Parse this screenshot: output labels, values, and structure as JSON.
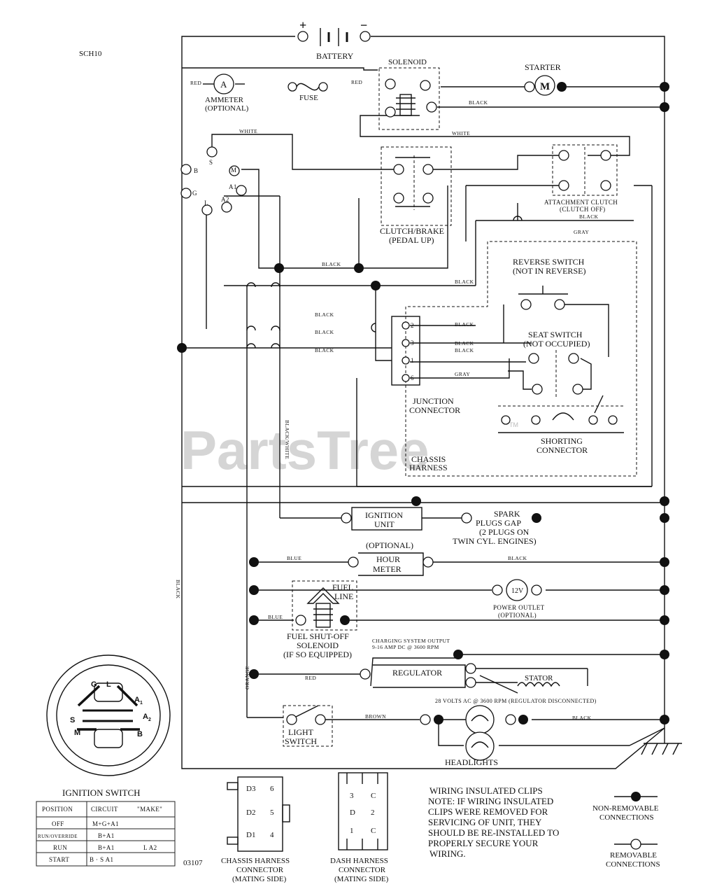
{
  "diagram": {
    "id": "SCH10",
    "figure_number": "03107",
    "watermark": "PartsTree",
    "watermark_tm": "TM",
    "battery": {
      "label": "BATTERY",
      "plus": "+",
      "minus": "−"
    },
    "solenoid": "SOLENOID",
    "starter": {
      "label": "STARTER",
      "symbol": "M"
    },
    "ammeter": {
      "symbol": "A",
      "line1": "AMMETER",
      "line2": "(OPTIONAL)"
    },
    "fuse": "FUSE",
    "clutch_brake": {
      "line1": "CLUTCH/BRAKE",
      "line2": "(PEDAL UP)"
    },
    "attachment_clutch": {
      "line1": "ATTACHMENT CLUTCH",
      "line2": "(CLUTCH OFF)"
    },
    "reverse_switch": {
      "line1": "REVERSE SWITCH",
      "line2": "(NOT IN REVERSE)"
    },
    "seat_switch": {
      "line1": "SEAT SWITCH",
      "line2": "(NOT OCCUPIED)"
    },
    "junction_connector": {
      "line1": "JUNCTION",
      "line2": "CONNECTOR"
    },
    "chassis_harness": {
      "line1": "CHASSIS",
      "line2": "HARNESS"
    },
    "shorting_connector": {
      "line1": "SHORTING",
      "line2": "CONNECTOR"
    },
    "ignition_unit": {
      "line1": "IGNITION",
      "line2": "UNIT"
    },
    "spark_plugs": {
      "line1": "SPARK",
      "line2": "PLUGS GAP",
      "line3": "(2 PLUGS ON",
      "line4": "TWIN CYL. ENGINES)"
    },
    "hour_meter": {
      "optional": "(OPTIONAL)",
      "line1": "HOUR",
      "line2": "METER"
    },
    "fuel_line": {
      "line1": "FUEL",
      "line2": "LINE"
    },
    "fuel_solenoid": {
      "line1": "FUEL SHUT-OFF",
      "line2": "SOLENOID",
      "line3": "(IF SO EQUIPPED)"
    },
    "power_outlet": {
      "symbol": "12V",
      "line1": "POWER OUTLET",
      "line2": "(OPTIONAL)"
    },
    "charging": {
      "line1": "CHARGING SYSTEM OUTPUT",
      "line2": "9-16 AMP DC @ 3600 RPM"
    },
    "regulator": "REGULATOR",
    "stator": "STATOR",
    "stator_note": "28 VOLTS AC @ 3600 RPM (REGULATOR DISCONNECTED)",
    "light_switch": {
      "line1": "LIGHT",
      "line2": "SWITCH"
    },
    "headlights": "HEADLIGHTS",
    "ignition_switch_pins": {
      "G": "G",
      "L": "L",
      "A1": "A",
      "A1sub": "1",
      "A2": "A",
      "A2sub": "2",
      "S": "S",
      "M": "M",
      "B": "B"
    },
    "wire_colors": {
      "red": "RED",
      "white": "WHITE",
      "black": "BLACK",
      "gray": "GRAY",
      "blue": "BLUE",
      "brown": "BROWN",
      "orange": "ORANGE",
      "black_white": "BLACK/WHITE"
    },
    "junction_pins": [
      "2",
      "3",
      "1",
      "6"
    ],
    "note": {
      "line1": "WIRING INSULATED CLIPS",
      "line2": "NOTE: IF WIRING INSULATED",
      "line3": "CLIPS WERE REMOVED FOR",
      "line4": "SERVICING OF UNIT, THEY",
      "line5": "SHOULD BE RE-INSTALLED TO",
      "line6": "PROPERLY SECURE YOUR",
      "line7": "WIRING."
    },
    "legend": {
      "non_removable": {
        "line1": "NON-REMOVABLE",
        "line2": "CONNECTIONS"
      },
      "removable": {
        "line1": "REMOVABLE",
        "line2": "CONNECTIONS"
      }
    },
    "chassis_connector": {
      "pins": [
        "D3",
        "6",
        "D2",
        "5",
        "D1",
        "4"
      ],
      "line1": "CHASSIS HARNESS",
      "line2": "CONNECTOR",
      "line3": "(MATING SIDE)"
    },
    "dash_connector": {
      "pins": [
        "3",
        "C",
        "D",
        "2",
        "1",
        "C"
      ],
      "line1": "DASH HARNESS",
      "line2": "CONNECTOR",
      "line3": "(MATING SIDE)"
    },
    "ignition_table": {
      "title": "IGNITION SWITCH",
      "headers": [
        "POSITION",
        "CIRCUIT",
        "\"MAKE\""
      ],
      "rows": [
        {
          "position": "OFF",
          "circuit": "M+G+A1",
          "extra": ""
        },
        {
          "position": "RUN/OVERRIDE",
          "circuit": "B+A1",
          "extra": ""
        },
        {
          "position": "RUN",
          "circuit": "B+A1",
          "extra": "L  A2"
        },
        {
          "position": "START",
          "circuit": "B · S   A1",
          "extra": ""
        }
      ]
    }
  }
}
